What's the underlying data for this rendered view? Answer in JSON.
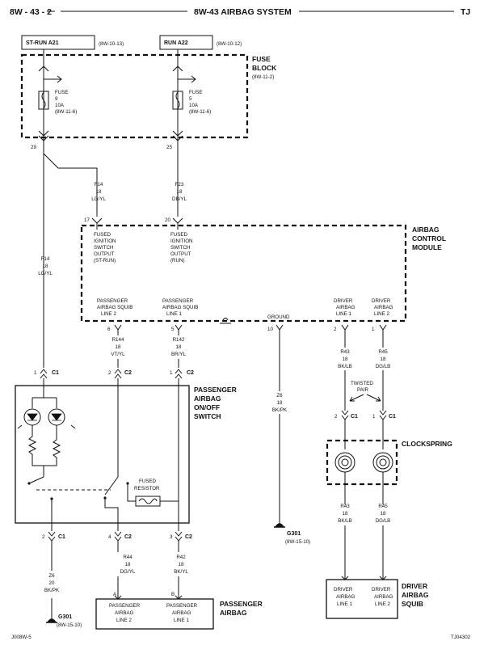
{
  "header": {
    "page": "8W - 43 - 2",
    "title": "8W-43 AIRBAG SYSTEM",
    "model": "TJ"
  },
  "sources": [
    {
      "name": "ST-RUN A21",
      "ref": "(8W-10-13)"
    },
    {
      "name": "RUN A22",
      "ref": "(8W-10-12)"
    }
  ],
  "fuse_block": {
    "title": [
      "FUSE",
      "BLOCK"
    ],
    "ref": "(8W-11-2)",
    "fuses": [
      {
        "lines": [
          "FUSE",
          "9",
          "10A",
          "(8W-11-6)"
        ],
        "pin": "29"
      },
      {
        "lines": [
          "FUSE",
          "5",
          "10A",
          "(8W-11-6)"
        ],
        "pin": "25"
      }
    ]
  },
  "wires": {
    "f14_top": [
      "F14",
      "18",
      "LG/YL"
    ],
    "f23": [
      "F23",
      "18",
      "DB/YL"
    ],
    "f14_left": [
      "F14",
      "18",
      "LG/YL"
    ],
    "r144": [
      "R144",
      "18",
      "VT/YL"
    ],
    "r142": [
      "R142",
      "18",
      "BR/YL"
    ],
    "z6_ground": [
      "Z6",
      "18",
      "BK/PK"
    ],
    "r43_top": [
      "R43",
      "18",
      "BK/LB"
    ],
    "r45_top": [
      "R45",
      "18",
      "DG/LB"
    ],
    "r43_bottom": [
      "R43",
      "18",
      "BK/LB"
    ],
    "r45_bottom": [
      "R45",
      "18",
      "DG/LB"
    ],
    "r44": [
      "R44",
      "18",
      "DG/YL"
    ],
    "r42": [
      "R42",
      "18",
      "BK/YL"
    ],
    "z6_switch": [
      "Z6",
      "20",
      "BK/PK"
    ]
  },
  "acm": {
    "title": [
      "AIRBAG",
      "CONTROL",
      "MODULE"
    ],
    "inputs": [
      {
        "pin": "17",
        "lines": [
          "FUSED",
          "IGNITION",
          "SWITCH",
          "OUTPUT",
          "(ST-RUN)"
        ]
      },
      {
        "pin": "20",
        "lines": [
          "FUSED",
          "IGNITION",
          "SWITCH",
          "OUTPUT",
          "(RUN)"
        ]
      }
    ],
    "outputs": [
      {
        "pin": "6",
        "lines": [
          "PASSENGER",
          "AIRBAG SQUIB",
          "LINE 2"
        ]
      },
      {
        "pin": "5",
        "lines": [
          "PASSENGER",
          "AIRBAG SQUIB",
          "LINE 1"
        ]
      },
      {
        "pin": "10",
        "lines": [
          "GROUND"
        ]
      },
      {
        "pin": "2",
        "lines": [
          "DRIVER",
          "AIRBAG",
          "LINE 1"
        ]
      },
      {
        "pin": "1",
        "lines": [
          "DRIVER",
          "AIRBAG",
          "LINE 2"
        ]
      }
    ]
  },
  "connectors": {
    "sw_c1_top": {
      "pin": "1",
      "name": "C1"
    },
    "sw_c2_a": {
      "pin": "2",
      "name": "C2"
    },
    "sw_c2_b": {
      "pin": "1",
      "name": "C2"
    },
    "sw_c1_bot": {
      "pin": "2",
      "name": "C1"
    },
    "sw_c2_c": {
      "pin": "4",
      "name": "C2"
    },
    "sw_c2_d": {
      "pin": "3",
      "name": "C2"
    },
    "cs_c1_a": {
      "pin": "2",
      "name": "C1"
    },
    "cs_c1_b": {
      "pin": "1",
      "name": "C1"
    }
  },
  "switch": {
    "title": [
      "PASSENGER",
      "AIRBAG",
      "ON/OFF",
      "SWITCH"
    ],
    "resistor": [
      "FUSED",
      "RESISTOR"
    ]
  },
  "twisted_pair": [
    "TWISTED",
    "PAIR"
  ],
  "clockspring": "CLOCKSPRING",
  "grounds": [
    {
      "name": "G301",
      "ref": "(8W-15-10)"
    },
    {
      "name": "G301",
      "ref": "(8W-15-10)"
    }
  ],
  "passenger_airbag": {
    "title": [
      "PASSENGER",
      "AIRBAG"
    ],
    "pins": [
      {
        "pin": "A",
        "lines": [
          "PASSENGER",
          "AIRBAG",
          "LINE 2"
        ]
      },
      {
        "pin": "B",
        "lines": [
          "PASSENGER",
          "AIRBAG",
          "LINE 1"
        ]
      }
    ]
  },
  "driver_squib": {
    "title": [
      "DRIVER",
      "AIRBAG",
      "SQUIB"
    ],
    "pins": [
      {
        "lines": [
          "DRIVER",
          "AIRBAG",
          "LINE 1"
        ]
      },
      {
        "lines": [
          "DRIVER",
          "AIRBAG",
          "LINE 2"
        ]
      }
    ]
  },
  "footer": {
    "left": "J008W-5",
    "right": "TJ04302"
  }
}
